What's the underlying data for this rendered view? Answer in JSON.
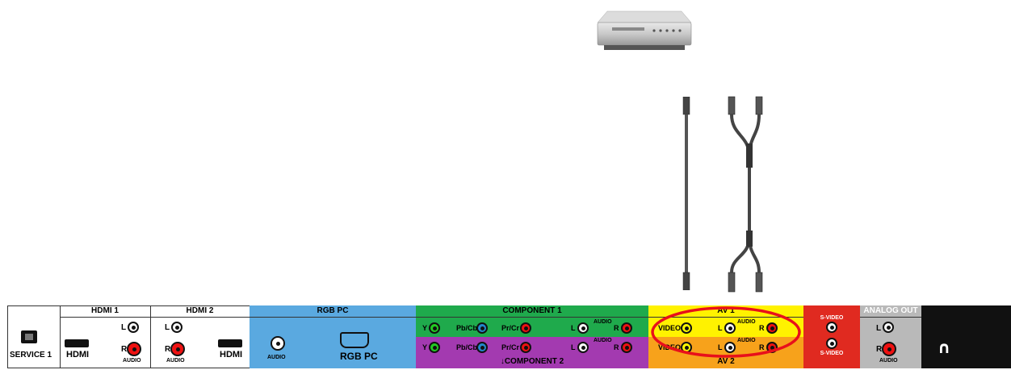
{
  "panel": {
    "service": {
      "label": "SERVICE 1"
    },
    "hdmi1": {
      "title": "HDMI 1",
      "port_label": "HDMI",
      "l": "L",
      "r": "R",
      "audio": "AUDIO"
    },
    "hdmi2": {
      "title": "HDMI 2",
      "port_label": "HDMI",
      "l": "L",
      "r": "R",
      "audio": "AUDIO"
    },
    "rgb_pc": {
      "title": "RGB PC",
      "port_label": "RGB PC",
      "audio": "AUDIO"
    },
    "component1": {
      "title": "COMPONENT 1",
      "y": "Y",
      "pb": "Pb/Cb",
      "pr": "Pr/Cr",
      "l": "L",
      "r": "R",
      "audio": "AUDIO"
    },
    "component2": {
      "title": "↓COMPONENT 2",
      "y": "Y",
      "pb": "Pb/Cb",
      "pr": "Pr/Cr",
      "l": "L",
      "r": "R",
      "audio": "AUDIO"
    },
    "av1": {
      "title": "AV 1",
      "video": "VIDEO",
      "l": "L",
      "r": "R",
      "audio": "AUDIO"
    },
    "av2": {
      "title": "AV 2",
      "video": "VIDEO",
      "l": "L",
      "r": "R",
      "audio": "AUDIO"
    },
    "svideo": {
      "top": "S-VIDEO",
      "bottom": "S-VIDEO"
    },
    "analog_out": {
      "title": "ANALOG OUT",
      "l": "L",
      "r": "R",
      "audio": "AUDIO"
    },
    "headphone": {
      "icon": "headphone-icon",
      "glyph": "∩"
    }
  },
  "colors": {
    "rgb_pc": "#5aa9e0",
    "component1": "#1faa4c",
    "component2": "#a33ab0",
    "av1": "#fff200",
    "av2": "#f7a21b",
    "svideo": "#e02a20",
    "analog_out": "#b9b9b9",
    "headphone": "#111111",
    "highlight": "#e8101b"
  },
  "illustration": {
    "device": "dvd-player-icon",
    "cables": [
      "s-video-cable-icon",
      "composite-av-cable-icon"
    ]
  }
}
